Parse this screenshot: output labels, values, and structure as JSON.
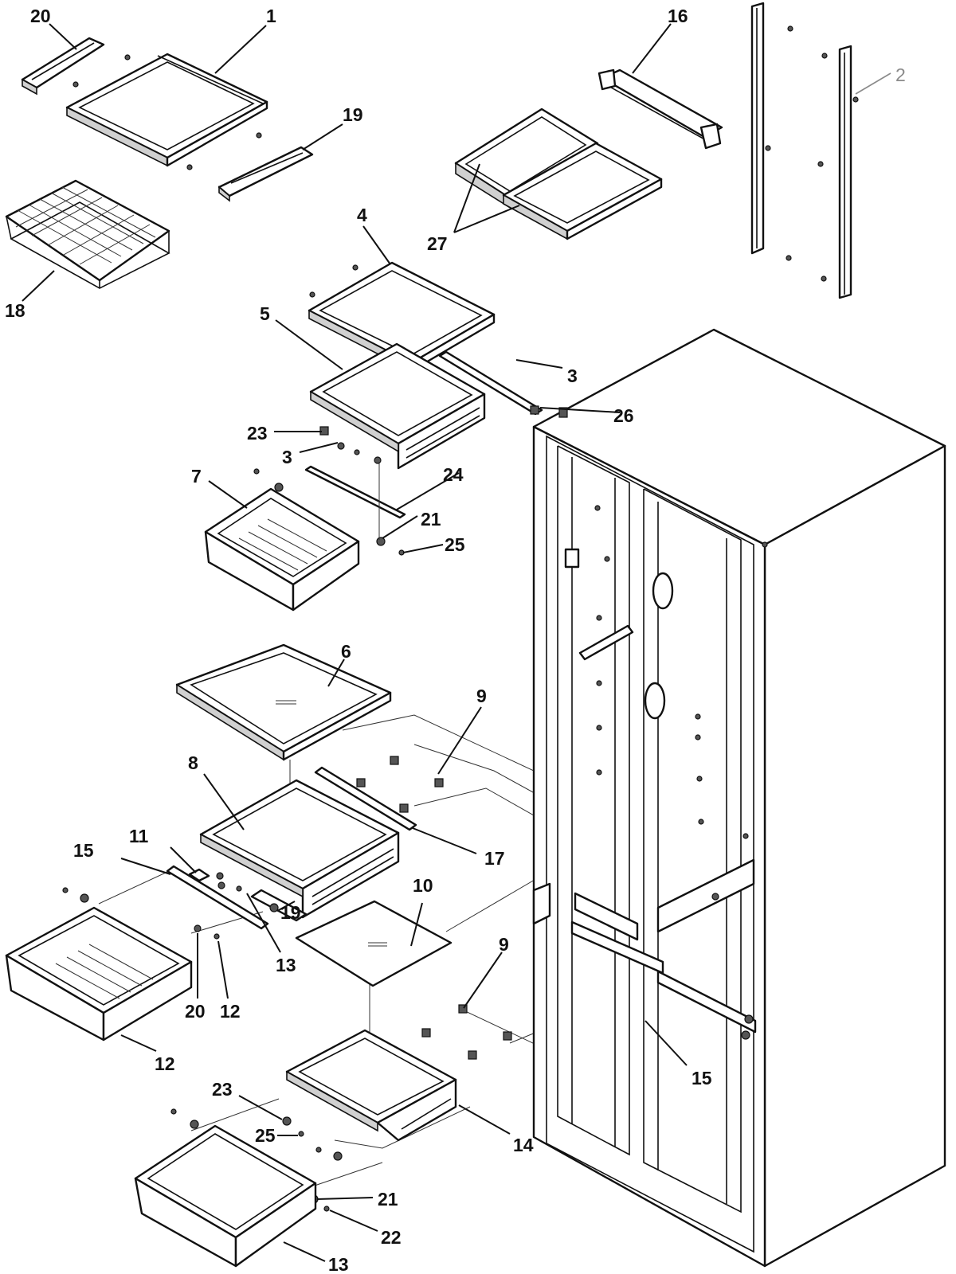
{
  "diagram": {
    "callouts": [
      {
        "id": "c20a",
        "label": "20"
      },
      {
        "id": "c1",
        "label": "1"
      },
      {
        "id": "c16",
        "label": "16"
      },
      {
        "id": "c2",
        "label": "2"
      },
      {
        "id": "c19a",
        "label": "19"
      },
      {
        "id": "c18",
        "label": "18"
      },
      {
        "id": "c27",
        "label": "27"
      },
      {
        "id": "c4",
        "label": "4"
      },
      {
        "id": "c5",
        "label": "5"
      },
      {
        "id": "c3a",
        "label": "3"
      },
      {
        "id": "c26",
        "label": "26"
      },
      {
        "id": "c23a",
        "label": "23"
      },
      {
        "id": "c3b",
        "label": "3"
      },
      {
        "id": "c24",
        "label": "24"
      },
      {
        "id": "c7",
        "label": "7"
      },
      {
        "id": "c21a",
        "label": "21"
      },
      {
        "id": "c25a",
        "label": "25"
      },
      {
        "id": "c6",
        "label": "6"
      },
      {
        "id": "c9a",
        "label": "9"
      },
      {
        "id": "c8",
        "label": "8"
      },
      {
        "id": "c11",
        "label": "11"
      },
      {
        "id": "c17",
        "label": "17"
      },
      {
        "id": "c15a",
        "label": "15"
      },
      {
        "id": "c10",
        "label": "10"
      },
      {
        "id": "c19b",
        "label": "19"
      },
      {
        "id": "c13a",
        "label": "13"
      },
      {
        "id": "c20b",
        "label": "20"
      },
      {
        "id": "c12a",
        "label": "12"
      },
      {
        "id": "c12b",
        "label": "12"
      },
      {
        "id": "c9b",
        "label": "9"
      },
      {
        "id": "c15b",
        "label": "15"
      },
      {
        "id": "c23b",
        "label": "23"
      },
      {
        "id": "c25b",
        "label": "25"
      },
      {
        "id": "c14",
        "label": "14"
      },
      {
        "id": "c21b",
        "label": "21"
      },
      {
        "id": "c22",
        "label": "22"
      },
      {
        "id": "c13b",
        "label": "13"
      }
    ]
  }
}
